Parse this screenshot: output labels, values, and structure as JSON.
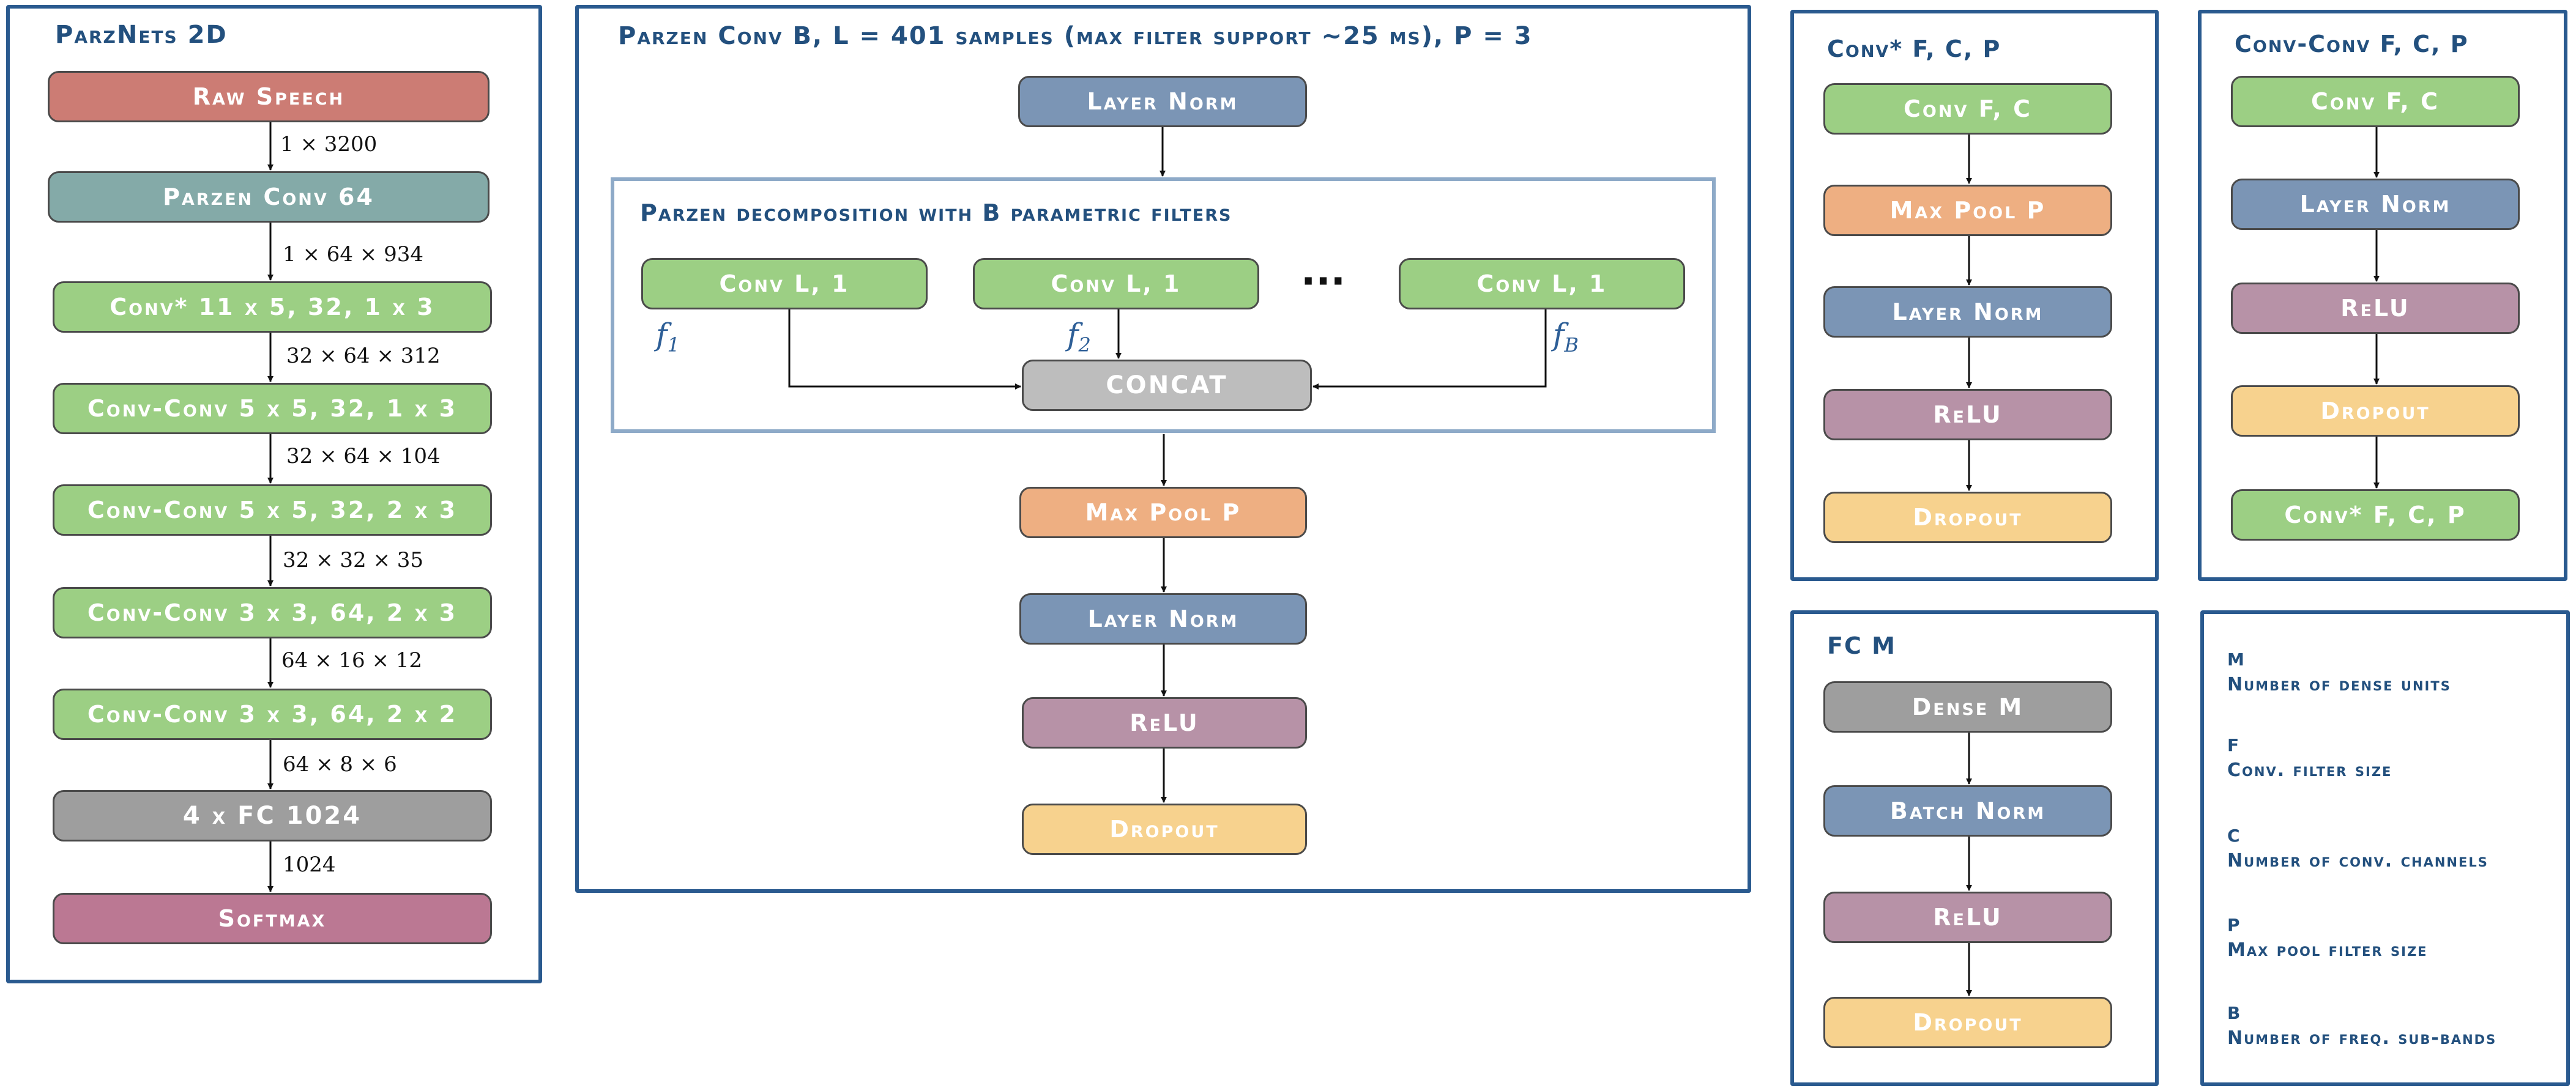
{
  "panel1": {
    "title": "ParzNets 2D",
    "nodes": [
      "Raw Speech",
      "Parzen Conv 64",
      "Conv* 11 x 5, 32, 1 x 3",
      "Conv-Conv 5 x 5, 32, 1 x 3",
      "Conv-Conv 5 x 5, 32, 2 x 3",
      "Conv-Conv 3 x 3, 64, 2 x 3",
      "Conv-Conv 3 x 3, 64, 2 x 2",
      "4 x FC 1024",
      "Softmax"
    ],
    "dims": [
      "1 × 3200",
      "1 × 64 × 934",
      "32 × 64 × 312",
      "32 × 64 × 104",
      "32 × 32 × 35",
      "64 × 16 × 12",
      "64 × 8 × 6",
      "1024"
    ]
  },
  "panel2": {
    "title": "Parzen Conv B, L = 401 samples (max filter support ~25 ms), P = 3",
    "layer_norm": "Layer Norm",
    "decomposition": {
      "title": "Parzen decomposition with B parametric filters",
      "conv_label": "Conv L, 1",
      "ellipsis": "···",
      "f1": "f",
      "f1_sub": "1",
      "f2": "f",
      "f2_sub": "2",
      "fB": "f",
      "fB_sub": "B",
      "concat": "CONCAT"
    },
    "max_pool": "Max Pool P",
    "layer_norm2": "Layer Norm",
    "relu": "ReLU",
    "dropout": "Dropout"
  },
  "panel3": {
    "title": "Conv* F, C, P",
    "nodes": [
      "Conv F, C",
      "Max Pool P",
      "Layer Norm",
      "ReLU",
      "Dropout"
    ]
  },
  "panel4": {
    "title": "Conv-Conv F, C, P",
    "nodes": [
      "Conv F, C",
      "Layer Norm",
      "ReLU",
      "Dropout",
      "Conv* F, C, P"
    ]
  },
  "panel5": {
    "title": "FC M",
    "nodes": [
      "Dense M",
      "Batch Norm",
      "ReLU",
      "Dropout"
    ]
  },
  "legend": [
    {
      "key": "M",
      "value": "Number of dense units"
    },
    {
      "key": "F",
      "value": "Conv. filter size"
    },
    {
      "key": "C",
      "value": "Number of conv. channels"
    },
    {
      "key": "P",
      "value": "Max pool filter size"
    },
    {
      "key": "B",
      "value": "Number of freq. sub-bands"
    }
  ]
}
